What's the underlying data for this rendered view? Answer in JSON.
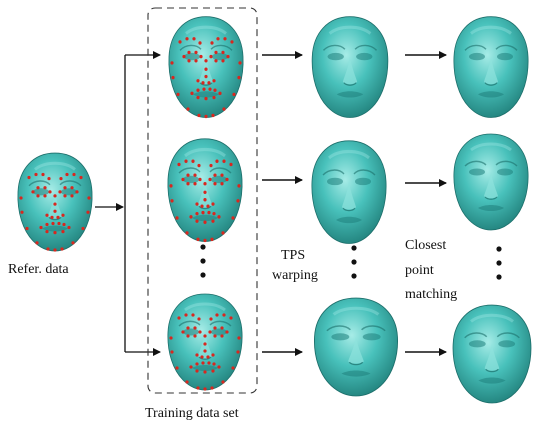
{
  "labels": {
    "reference": "Refer. data",
    "training": "Training data set",
    "tps": "TPS",
    "warping": "warping",
    "closest": "Closest",
    "point": "point",
    "matching": "matching"
  },
  "colors": {
    "face": "#3fb8b3",
    "face_dark": "#1f7f7b",
    "face_light": "#8ee3dd",
    "landmark": "#d8271f",
    "line": "#111111"
  },
  "icons": {
    "face": "3d-face-mesh-icon",
    "landmark": "landmark-dot-icon",
    "arrow": "arrow-right-icon",
    "continuation": "vertical-ellipsis-icon"
  }
}
